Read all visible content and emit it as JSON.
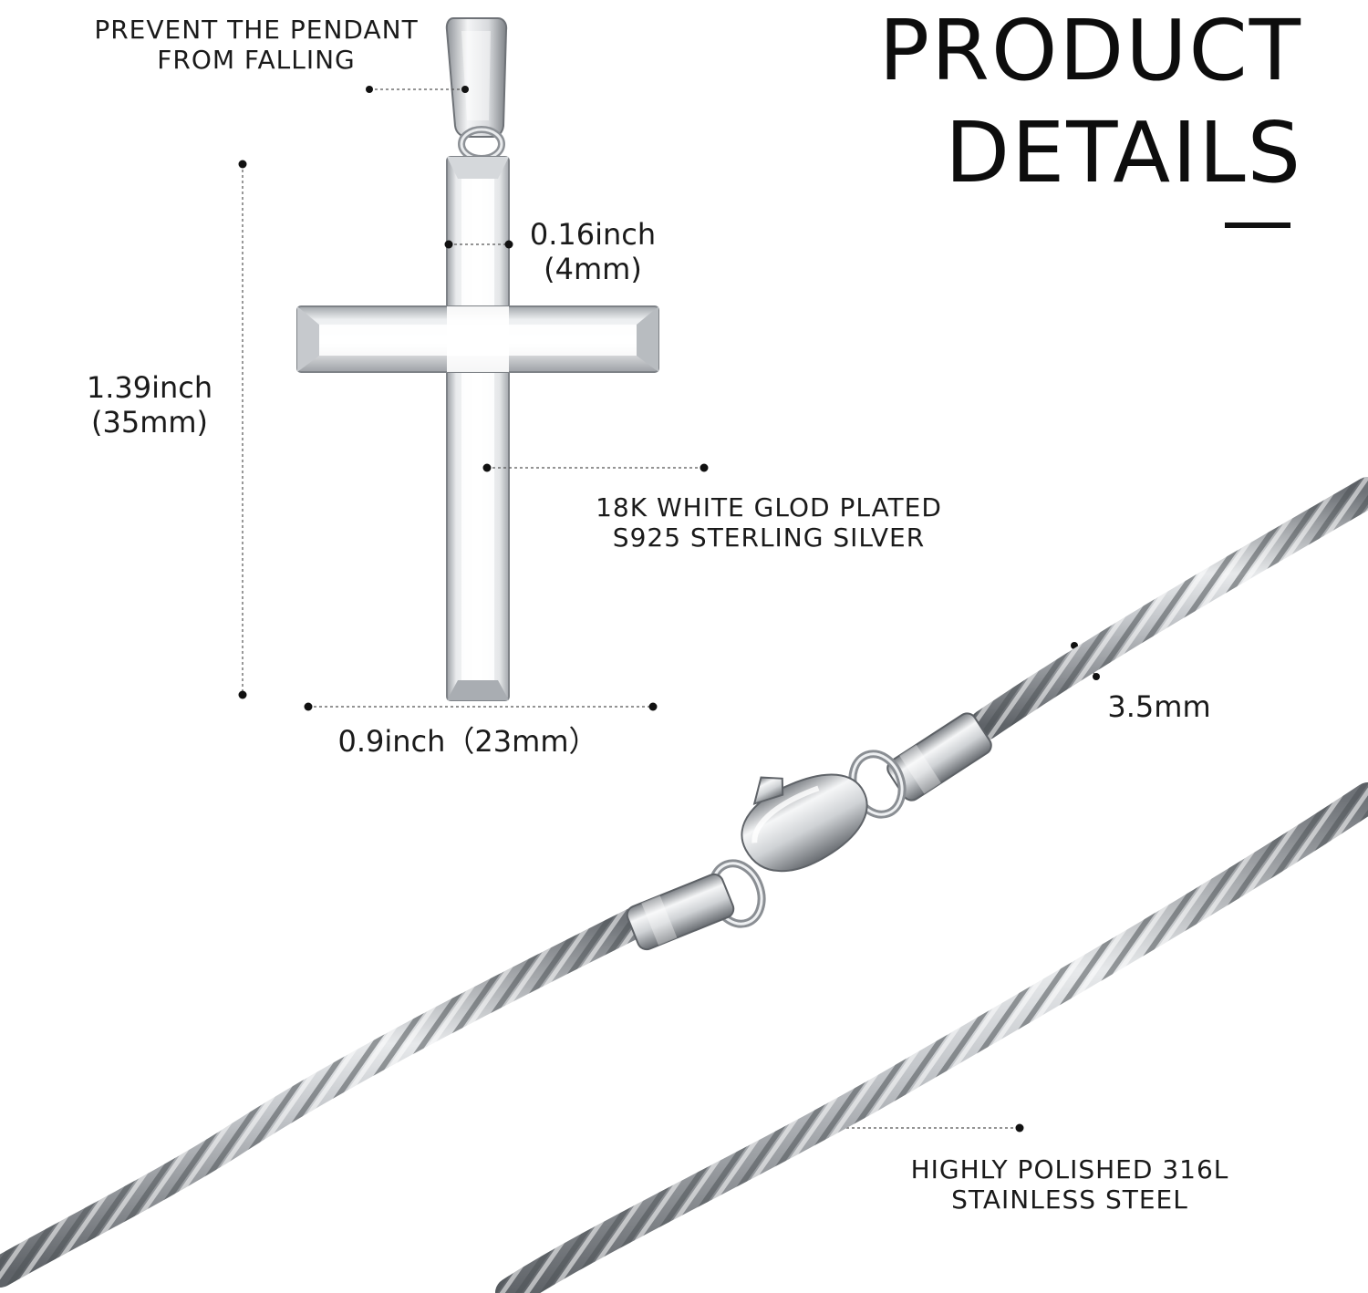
{
  "header": {
    "title_line1": "PRODUCT",
    "title_line2": "DETAILS"
  },
  "callouts": {
    "bail": {
      "line1": "PREVENT THE PENDANT",
      "line2": "FROM FALLING"
    },
    "material": {
      "line1": "18K WHITE GLOD PLATED",
      "line2": "S925 STERLING SILVER"
    },
    "chain_material": {
      "line1": "HIGHLY POLISHED 316L",
      "line2": "STAINLESS STEEL"
    }
  },
  "dimensions": {
    "bar_width": {
      "inch": "0.16inch",
      "mm": "(4mm)"
    },
    "height": {
      "inch": "1.39inch",
      "mm": "(35mm)"
    },
    "width": {
      "label": "0.9inch（23mm）"
    },
    "chain": {
      "label": "3.5mm"
    }
  },
  "colors": {
    "text": "#1a1a1a",
    "silver_light": "#f6f7f8",
    "silver_mid": "#c9ccd0",
    "silver_dark": "#8e9297"
  }
}
